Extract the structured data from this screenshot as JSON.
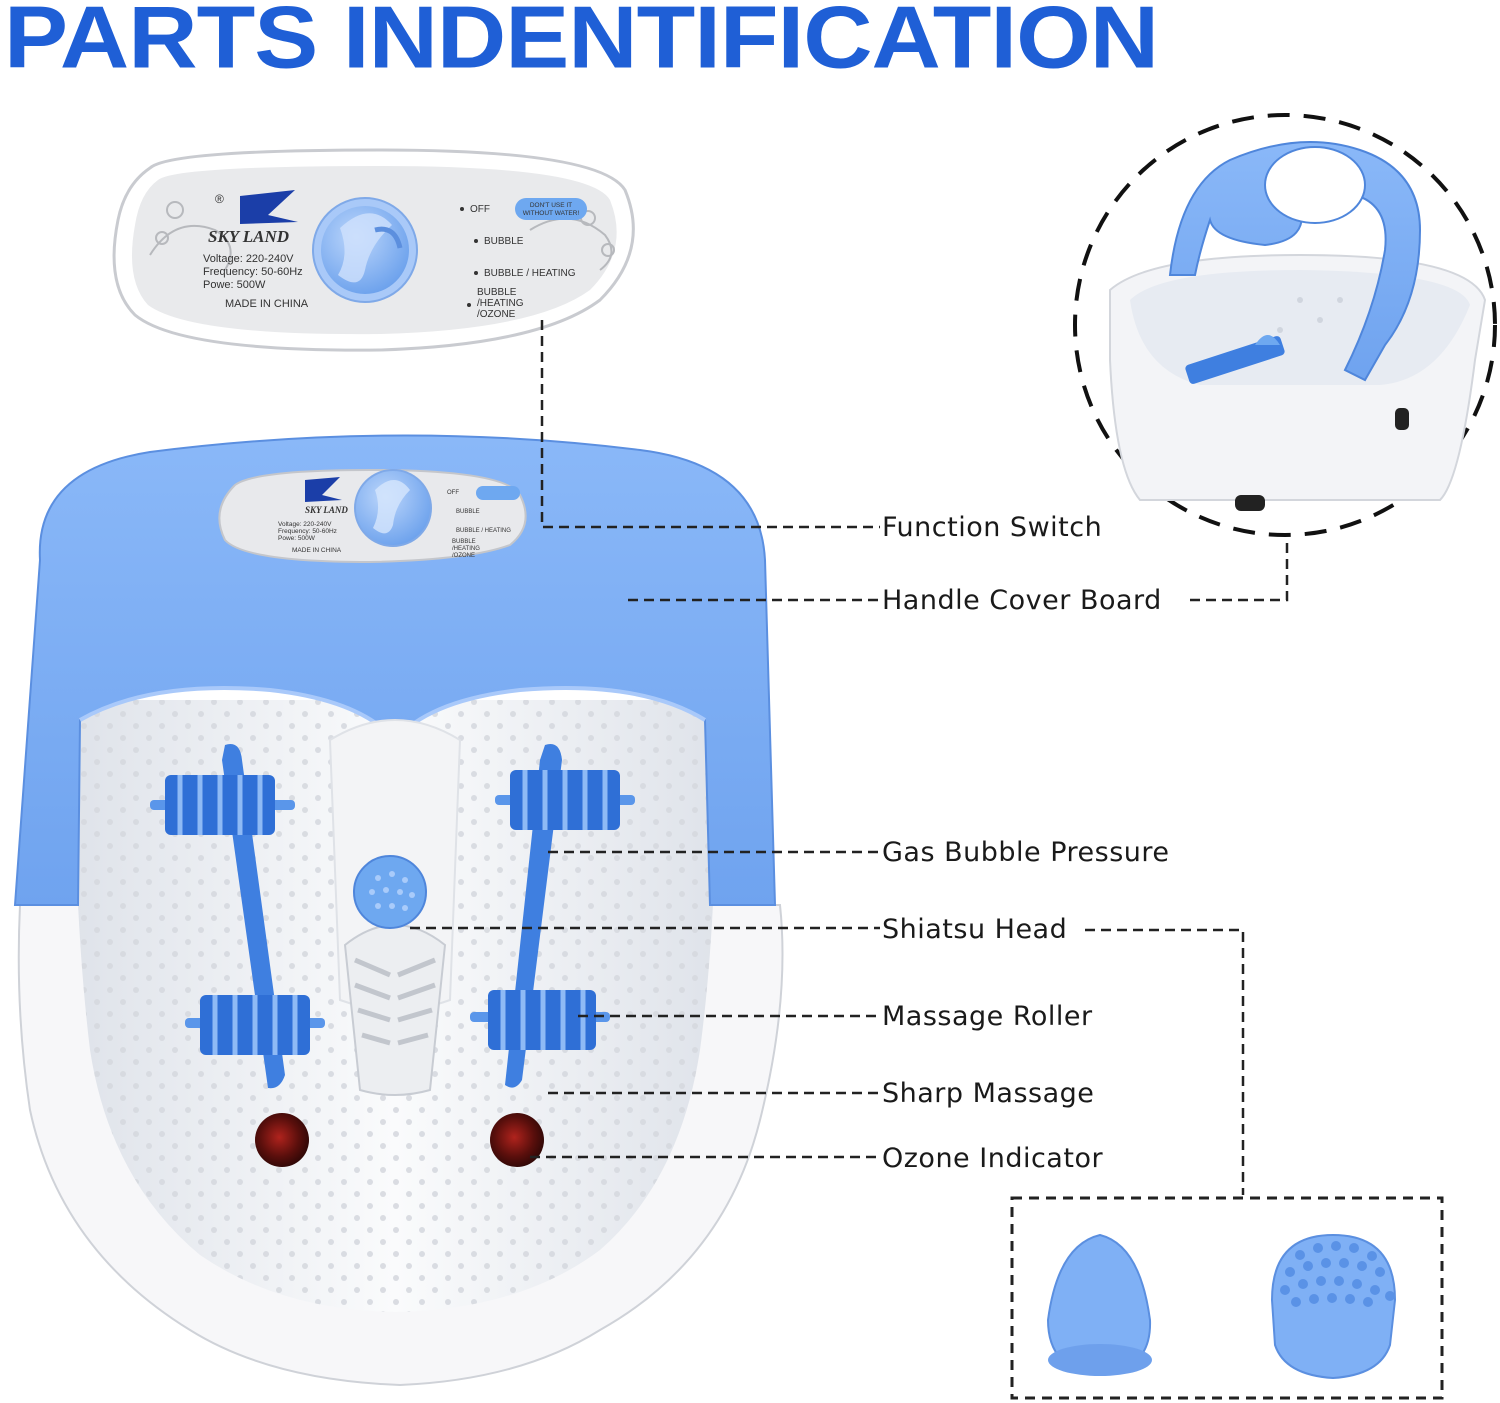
{
  "title": "PARTS INDENTIFICATION",
  "panel": {
    "brand": "SKY LAND",
    "registered": "®",
    "voltage": "Voltage: 220-240V",
    "frequency": "Frequency: 50-60Hz",
    "power": "Powe: 500W",
    "origin": "MADE IN CHINA",
    "warning_line1": "DON'T USE IT",
    "warning_line2": "WITHOUT WATER!",
    "modes": [
      "OFF",
      "BUBBLE",
      "BUBBLE / HEATING",
      "BUBBLE",
      "/HEATING",
      "/OZONE"
    ]
  },
  "labels": {
    "function_switch": "Function Switch",
    "handle_cover_board": "Handle Cover Board",
    "gas_bubble_pressure": "Gas Bubble Pressure",
    "shiatsu_head": "Shiatsu Head",
    "massage_roller": "Massage Roller",
    "sharp_massage": "Sharp Massage",
    "ozone_indicator": "Ozone Indicator"
  },
  "colors": {
    "title": "#1f5fd6",
    "product_blue": "#7fb0f5",
    "roller_blue": "#3f7fe0",
    "basin_white": "#f4f4f6",
    "panel_grey": "#e9eaec"
  }
}
